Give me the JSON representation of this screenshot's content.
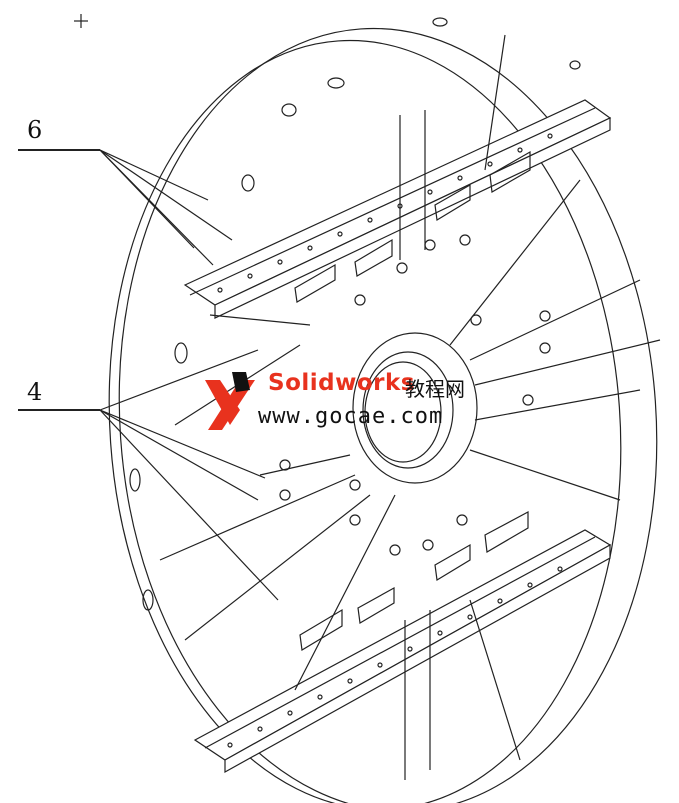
{
  "callouts": {
    "six": "6",
    "four": "4"
  },
  "watermark": {
    "brand": "Solidworks",
    "brand_cn": "教程网",
    "url": "www.gocae.com"
  },
  "colors": {
    "line": "#222222",
    "fill": "#ffffff",
    "watermark_red": "#e8321e"
  }
}
